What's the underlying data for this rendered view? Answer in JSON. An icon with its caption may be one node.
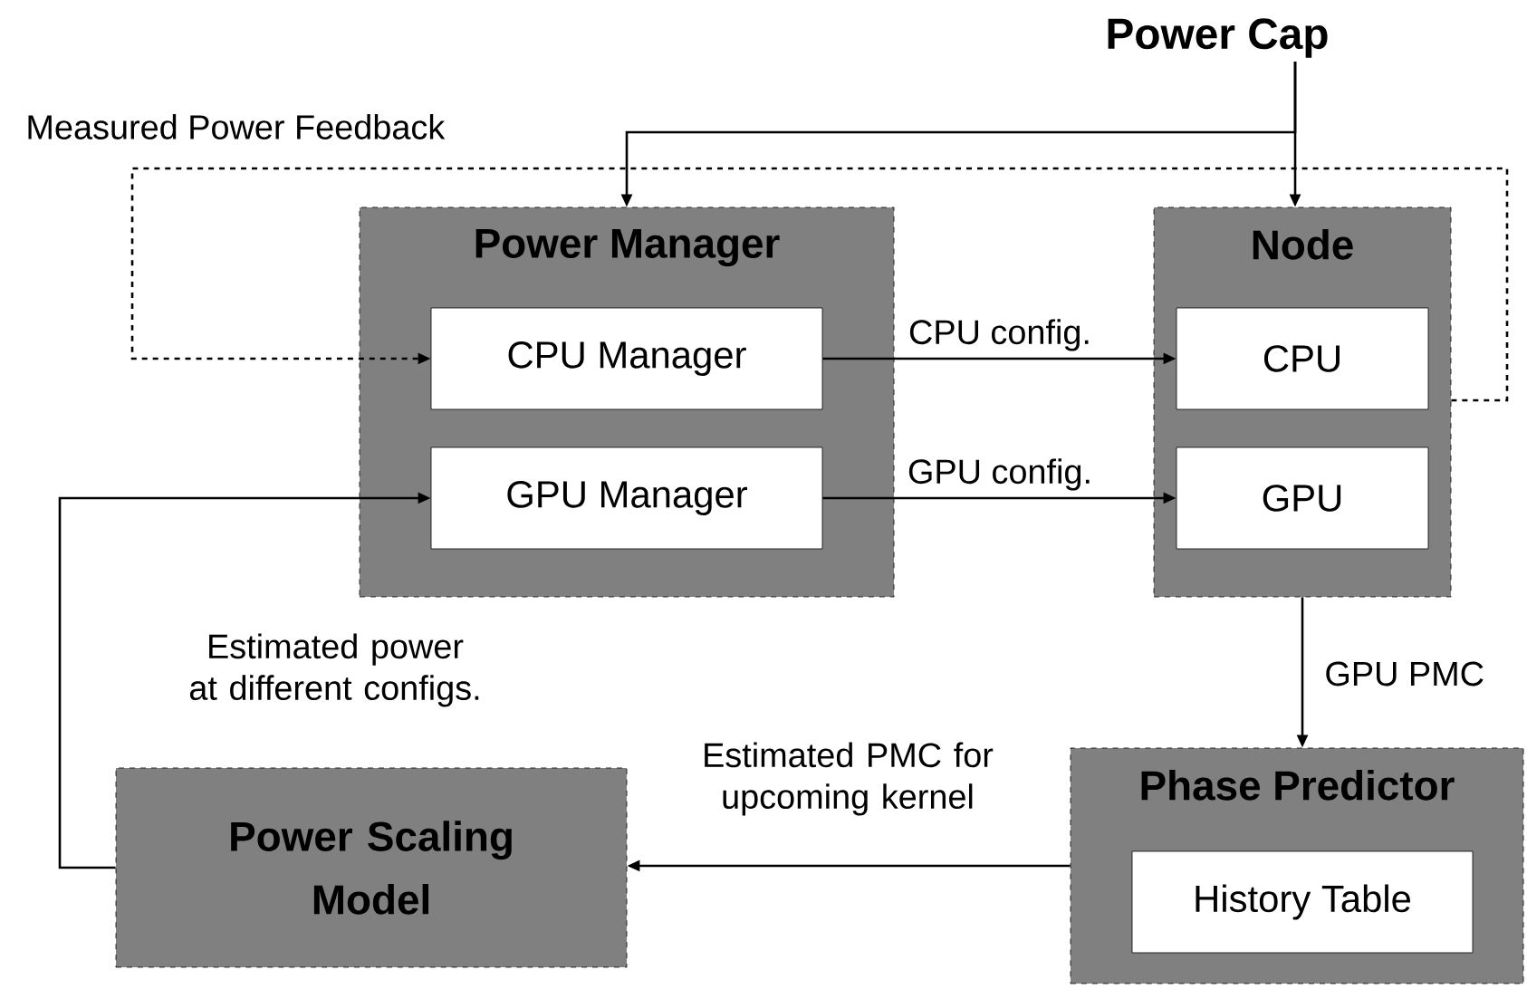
{
  "diagram": {
    "nodes": [
      {
        "text": [
          "Power Cap"
        ]
      },
      {
        "text": [
          "Power Manager"
        ]
      },
      {
        "text": [
          "CPU Manager"
        ],
        "in": 1
      },
      {
        "text": [
          "GPU Manager"
        ],
        "in": 1
      },
      {
        "text": [
          "Node"
        ]
      },
      {
        "text": [
          "CPU"
        ],
        "in": 4
      },
      {
        "text": [
          "GPU"
        ],
        "in": 4
      },
      {
        "text": [
          "Phase Predictor"
        ]
      },
      {
        "text": [
          "History Table"
        ],
        "in": 7
      },
      {
        "text": [
          "Power Scaling Model"
        ]
      }
    ],
    "edges": [
      {
        "from": 0,
        "to": 1,
        "arrow": "to"
      },
      {
        "from": 0,
        "to": 4,
        "arrow": "to"
      },
      {
        "from": 4,
        "to": 2,
        "arrow": "to",
        "style": "dashed",
        "label": "Measured Power Feedback"
      },
      {
        "from": 2,
        "to": 5,
        "arrow": "to",
        "label": "CPU config."
      },
      {
        "from": 3,
        "to": 6,
        "arrow": "to",
        "label": "GPU config."
      },
      {
        "from": 4,
        "to": 7,
        "arrow": "to",
        "label": "GPU PMC"
      },
      {
        "from": 7,
        "to": 9,
        "arrow": "to",
        "label": "Estimated PMC for upcoming kernel"
      },
      {
        "from": 9,
        "to": 3,
        "arrow": "to",
        "label": "Estimated power at different configs."
      }
    ]
  }
}
